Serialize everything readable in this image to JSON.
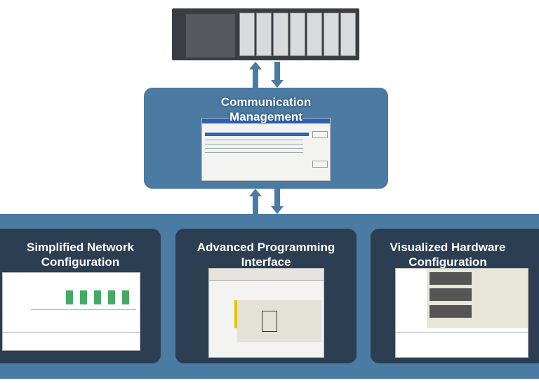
{
  "top": {
    "image": "plc-controller-rack"
  },
  "communication": {
    "title_line1": "Communication",
    "title_line2": "Management",
    "image": "communication-dialog-screenshot"
  },
  "cards": [
    {
      "title_line1": "Simplified Network",
      "title_line2": "Configuration",
      "image": "network-configuration-screenshot"
    },
    {
      "title_line1": "Advanced Programming",
      "title_line2": "Interface",
      "image": "programming-interface-screenshot"
    },
    {
      "title_line1": "Visualized Hardware",
      "title_line2": "Configuration",
      "image": "hardware-configuration-screenshot"
    }
  ],
  "colors": {
    "box": "#4b7aa3",
    "card": "#2b3e52",
    "text": "#ffffff"
  }
}
